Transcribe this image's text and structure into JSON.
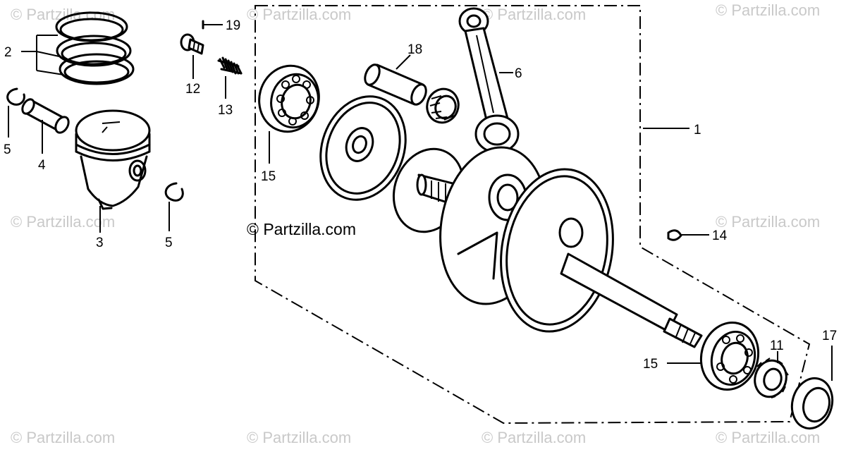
{
  "copyright": "© Partzilla.com",
  "watermark": "© Partzilla.com",
  "callouts": {
    "c1": "1",
    "c2": "2",
    "c3": "3",
    "c4": "4",
    "c5a": "5",
    "c5b": "5",
    "c6": "6",
    "c11": "11",
    "c12": "12",
    "c13": "13",
    "c14": "14",
    "c15a": "15",
    "c15b": "15",
    "c17": "17",
    "c18": "18",
    "c19": "19"
  },
  "parts": [
    {
      "icon": "crankshaft-assembly-icon",
      "callout": "1"
    },
    {
      "icon": "piston-ring-set-icon",
      "callout": "2"
    },
    {
      "icon": "piston-icon",
      "callout": "3"
    },
    {
      "icon": "piston-pin-icon",
      "callout": "4"
    },
    {
      "icon": "pin-clip-icon",
      "callout": "5"
    },
    {
      "icon": "connecting-rod-icon",
      "callout": "6"
    },
    {
      "icon": "nut-icon",
      "callout": "11"
    },
    {
      "icon": "bolt-icon",
      "callout": "12"
    },
    {
      "icon": "spring-icon",
      "callout": "13"
    },
    {
      "icon": "woodruff-key-icon",
      "callout": "14"
    },
    {
      "icon": "bearing-icon",
      "callout": "15"
    },
    {
      "icon": "oil-seal-icon",
      "callout": "17"
    },
    {
      "icon": "crank-pin-icon",
      "callout": "18"
    },
    {
      "icon": "pin-icon",
      "callout": "19"
    }
  ]
}
